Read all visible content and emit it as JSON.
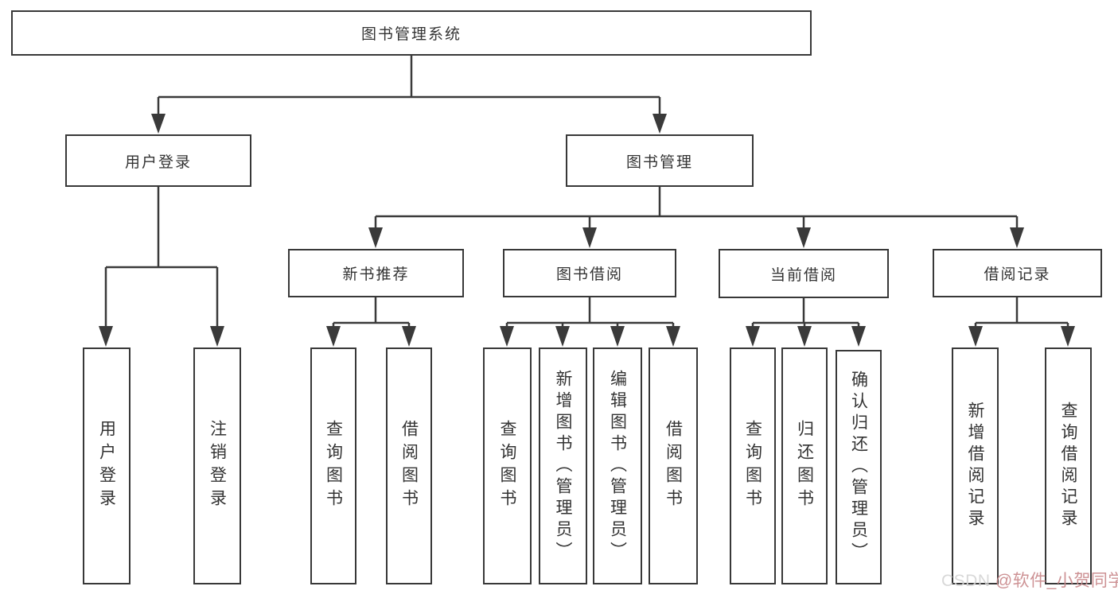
{
  "diagram": {
    "title": "图书管理系统",
    "type": "hierarchy-tree",
    "structure": {
      "图书管理系统": {
        "用户登录": [
          "用户登录",
          "注销登录"
        ],
        "图书管理": {
          "新书推荐": [
            "查询图书",
            "借阅图书"
          ],
          "图书借阅": [
            "查询图书",
            "新增图书（管理员）",
            "编辑图书（管理员）",
            "借阅图书"
          ],
          "当前借阅": [
            "查询图书",
            "归还图书",
            "确认归还（管理员）"
          ],
          "借阅记录": [
            "新增借阅记录",
            "查询借阅记录"
          ]
        }
      }
    }
  },
  "nodes": {
    "root": "图书管理系统",
    "user_login": "用户登录",
    "book_mgmt": "图书管理",
    "new_book_rec": "新书推荐",
    "book_borrow": "图书借阅",
    "current_borrow": "当前借阅",
    "borrow_record": "借阅记录",
    "ul_user_login": "用户登录",
    "ul_logout": "注销登录",
    "nbr_query_book": "查询图书",
    "nbr_borrow_book": "借阅图书",
    "bb_query_book": "查询图书",
    "bb_add_book": "新增图书（管理员）",
    "bb_edit_book": "编辑图书（管理员）",
    "bb_borrow_book": "借阅图书",
    "cb_query_book": "查询图书",
    "cb_return_book": "归还图书",
    "cb_confirm_return": "确认归还（管理员）",
    "br_add_record": "新增借阅记录",
    "br_query_record": "查询借阅记录"
  },
  "watermark": {
    "prefix": "CSDN ",
    "author": "@软件_小贺同学"
  },
  "colors": {
    "background": "#ffffff",
    "line": "#3a3a3a",
    "box_border": "#383838",
    "text": "#333333",
    "watermark_prefix": "#d5d5d5",
    "watermark_author": "#c9898c"
  }
}
